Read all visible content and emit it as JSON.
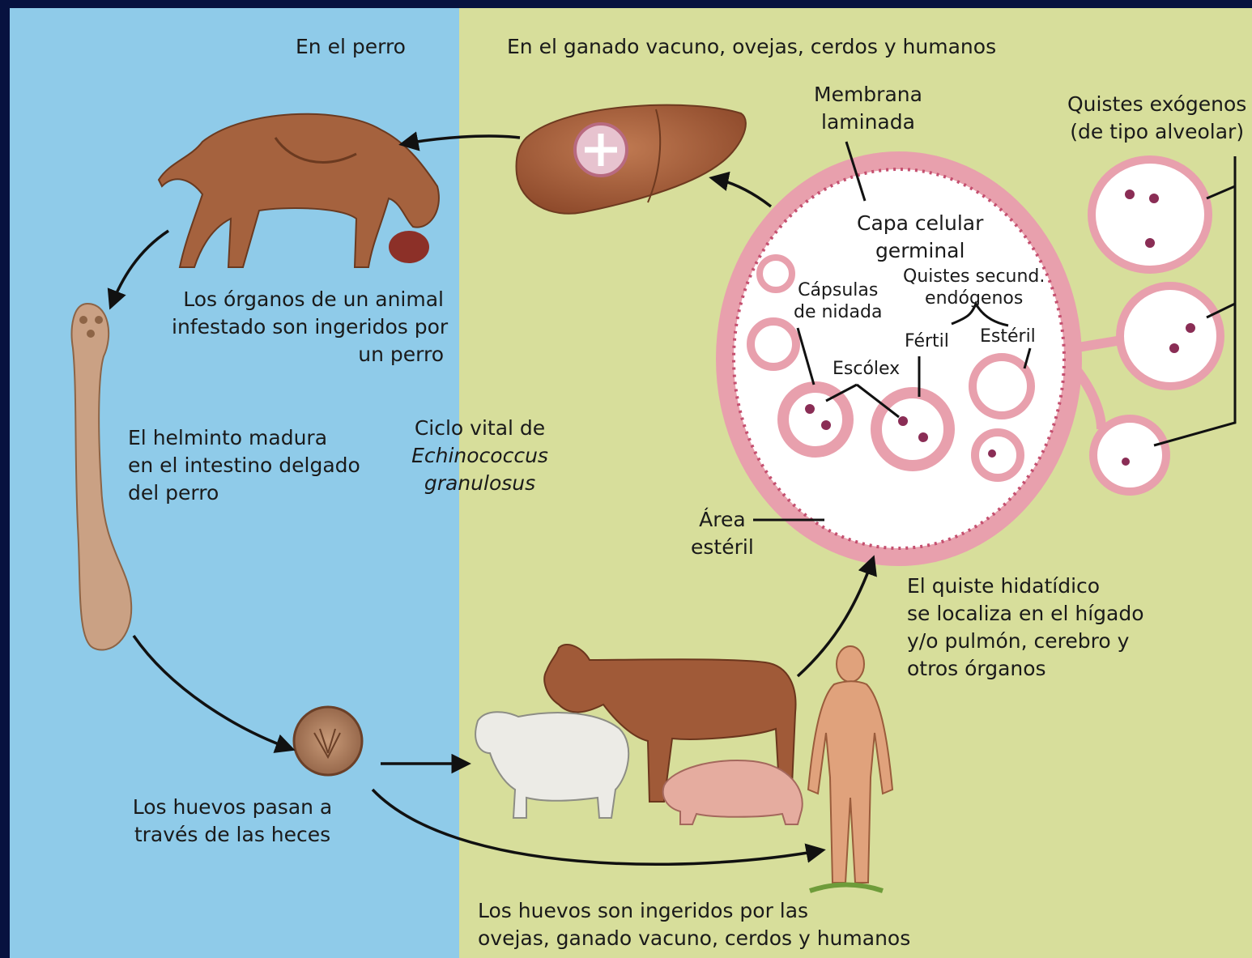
{
  "headers": {
    "dog": "En el perro",
    "hosts": "En el ganado vacuno, ovejas, cerdos y humanos"
  },
  "labels": {
    "membrana": [
      "Membrana",
      "laminada"
    ],
    "quistes_exogenos": [
      "Quistes exógenos",
      "(de tipo alveolar)"
    ],
    "capa_celular": [
      "Capa celular",
      "germinal"
    ],
    "capsulas": [
      "Cápsulas",
      "de nidada"
    ],
    "quistes_secund": [
      "Quistes secund.",
      "endógenos"
    ],
    "fertil": "Fértil",
    "esteril": "Estéril",
    "escolex": "Escólex",
    "area_esteril": [
      "Área",
      "estéril"
    ]
  },
  "captions": {
    "organos": [
      "Los órganos de un animal",
      "infestado son ingeridos por",
      "un perro"
    ],
    "helminto": [
      "El helminto madura",
      "en el intestino delgado",
      "del perro"
    ],
    "ciclo": [
      "Ciclo vital de",
      "Echinococcus",
      "granulosus"
    ],
    "huevos_heces": [
      "Los huevos pasan a",
      "través de las heces"
    ],
    "huevos_ingeridos": [
      "Los huevos son ingeridos por las",
      "ovejas, ganado vacuno, cerdos y humanos"
    ],
    "quiste": [
      "El quiste hidatídico",
      "se localiza en el hígado",
      "y/o pulmón, cerebro y",
      "otros órganos"
    ]
  },
  "colors": {
    "blue_panel": "#8fcbe9",
    "green_panel": "#d7de9b",
    "frame": "#07123f",
    "cyst_wall": "#e8a0ad",
    "brown": "#9b5a36"
  }
}
